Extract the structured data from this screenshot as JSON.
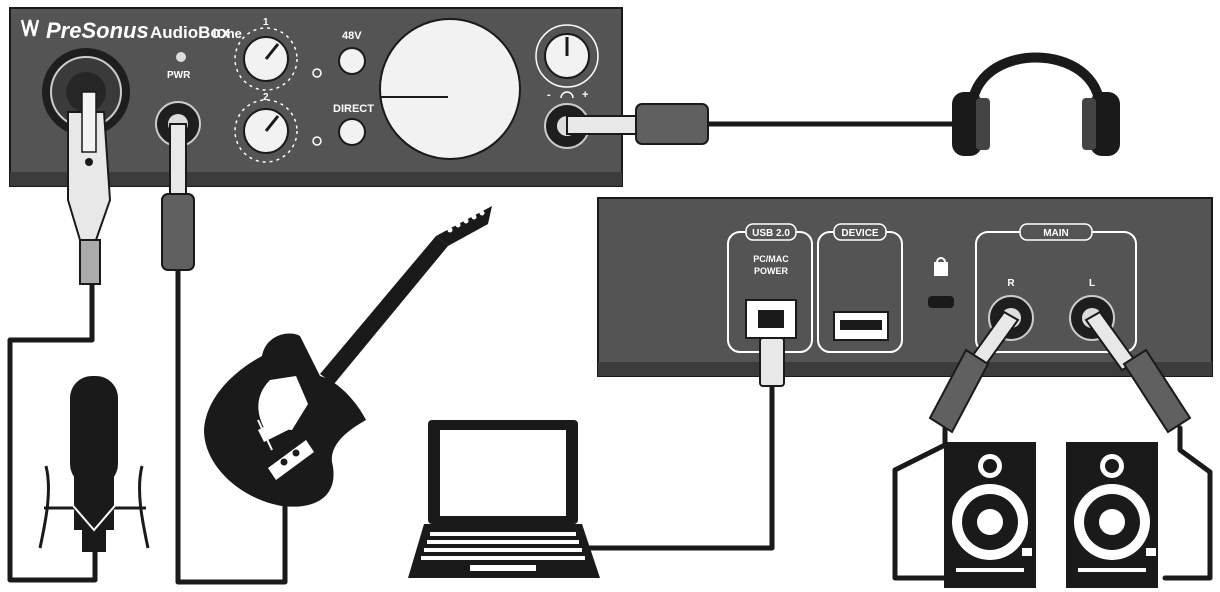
{
  "front_panel": {
    "brand": "PreSonus",
    "model": "AudioBox",
    "model_suffix": "iOne",
    "pwr_label": "PWR",
    "phantom_label": "48V",
    "direct_label": "DIRECT",
    "input1_number": "1",
    "input2_number": "2"
  },
  "rear_panel": {
    "usb_label": "USB 2.0",
    "usb_caption_line1": "PC/MAC",
    "usb_caption_line2": "POWER",
    "device_label": "DEVICE",
    "main_label": "MAIN",
    "right_label": "R",
    "left_label": "L"
  },
  "devices": [
    "headphones-icon",
    "microphone-icon",
    "guitar-icon",
    "laptop-icon",
    "speaker-icon"
  ],
  "colors": {
    "panel": "#545454",
    "panel_dark": "#2c2c2c",
    "line": "#1a1a1a",
    "knob": "#f2f2f2"
  }
}
